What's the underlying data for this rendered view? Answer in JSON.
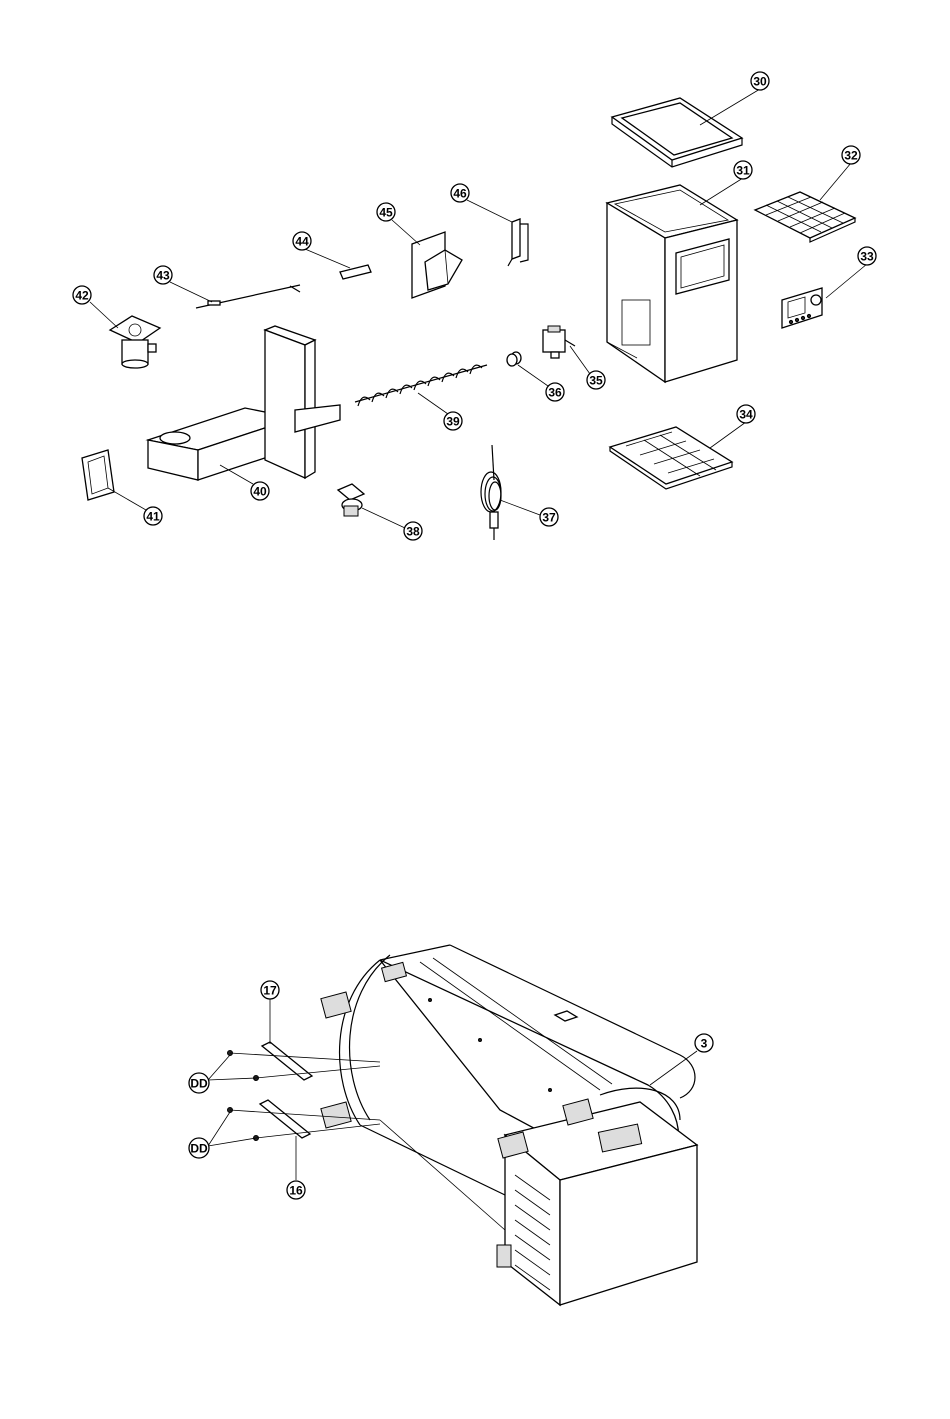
{
  "figure_top": {
    "callouts": [
      "30",
      "31",
      "32",
      "33",
      "34",
      "35",
      "36",
      "37",
      "38",
      "39",
      "40",
      "41",
      "42",
      "43",
      "44",
      "45",
      "46"
    ]
  },
  "figure_bottom": {
    "callouts": [
      "17",
      "DD",
      "DD",
      "16",
      "3"
    ]
  }
}
